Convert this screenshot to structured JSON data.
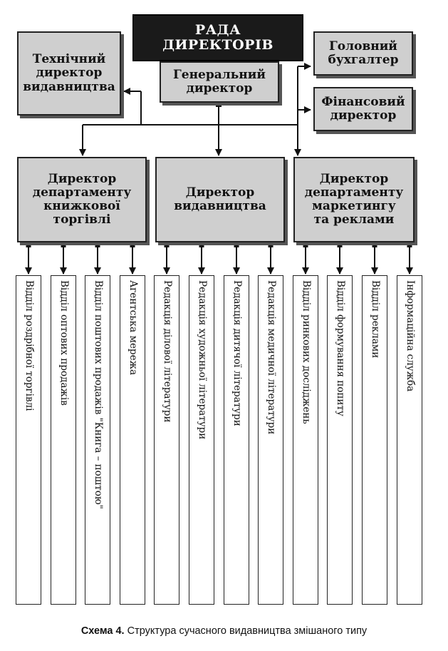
{
  "board": {
    "line1": "РАДА",
    "line2": "ДИРЕКТОРІВ"
  },
  "general_director": {
    "line1": "Генеральний",
    "line2": "директор"
  },
  "technical_director": {
    "line1": "Технічний",
    "line2": "директор",
    "line3": "видавництва"
  },
  "chief_accountant": {
    "line1": "Головний",
    "line2": "бухгалтер"
  },
  "financial_director": {
    "line1": "Фінансовий",
    "line2": "директор"
  },
  "dept_directors": [
    {
      "line1": "Директор",
      "line2": "департаменту",
      "line3": "книжкової",
      "line4": "торгівлі"
    },
    {
      "line1": "Директор",
      "line2": "видавництва"
    },
    {
      "line1": "Директор",
      "line2": "департаменту",
      "line3": "маркетингу",
      "line4": "та реклами"
    }
  ],
  "departments": [
    "Відділ роздрібної торгівлі",
    "Відділ оптових продажів",
    "Відділ поштових продажів \"Книга – поштою\"",
    "Агентська мережа",
    "Редакція ділової літератури",
    "Редакція художньої літератури",
    "Редакція дитячої літератури",
    "Редакція медичної літератури",
    "Відділ ринкових досліджень",
    "Відділ формування попиту",
    "Відділ реклами",
    "Інформаційна служба"
  ],
  "caption": {
    "label": "Схема 4.",
    "text": "Структура сучасного видавництва змішаного типу"
  }
}
